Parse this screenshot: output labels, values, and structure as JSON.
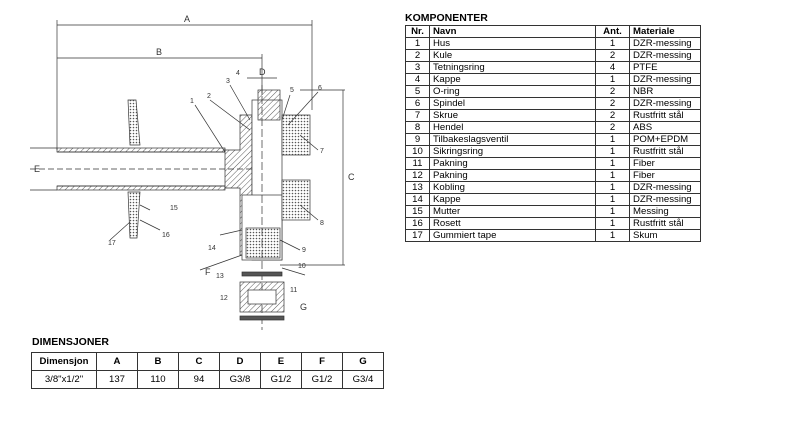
{
  "drawing": {
    "dimension_labels": [
      "A",
      "B",
      "C",
      "D",
      "E",
      "F",
      "G"
    ],
    "part_callouts": [
      "1",
      "2",
      "3",
      "4",
      "5",
      "6",
      "7",
      "8",
      "9",
      "10",
      "11",
      "12",
      "13",
      "14",
      "15",
      "16",
      "17"
    ]
  },
  "components": {
    "title": "KOMPONENTER",
    "headers": [
      "Nr.",
      "Navn",
      "Ant.",
      "Materiale"
    ],
    "rows": [
      {
        "nr": "1",
        "name": "Hus",
        "qty": "1",
        "material": "DZR-messing"
      },
      {
        "nr": "2",
        "name": "Kule",
        "qty": "2",
        "material": "DZR-messing"
      },
      {
        "nr": "3",
        "name": "Tetningsring",
        "qty": "4",
        "material": "PTFE"
      },
      {
        "nr": "4",
        "name": "Kappe",
        "qty": "1",
        "material": "DZR-messing"
      },
      {
        "nr": "5",
        "name": "O-ring",
        "qty": "2",
        "material": "NBR"
      },
      {
        "nr": "6",
        "name": "Spindel",
        "qty": "2",
        "material": "DZR-messing"
      },
      {
        "nr": "7",
        "name": "Skrue",
        "qty": "2",
        "material": "Rustfritt stål"
      },
      {
        "nr": "8",
        "name": "Hendel",
        "qty": "2",
        "material": "ABS"
      },
      {
        "nr": "9",
        "name": "Tilbakeslagsventil",
        "qty": "1",
        "material": "POM+EPDM"
      },
      {
        "nr": "10",
        "name": "Sikringsring",
        "qty": "1",
        "material": "Rustfritt stål"
      },
      {
        "nr": "11",
        "name": "Pakning",
        "qty": "1",
        "material": "Fiber"
      },
      {
        "nr": "12",
        "name": "Pakning",
        "qty": "1",
        "material": "Fiber"
      },
      {
        "nr": "13",
        "name": "Kobling",
        "qty": "1",
        "material": "DZR-messing"
      },
      {
        "nr": "14",
        "name": "Kappe",
        "qty": "1",
        "material": "DZR-messing"
      },
      {
        "nr": "15",
        "name": "Mutter",
        "qty": "1",
        "material": "Messing"
      },
      {
        "nr": "16",
        "name": "Rosett",
        "qty": "1",
        "material": "Rustfritt stål"
      },
      {
        "nr": "17",
        "name": "Gummiert tape",
        "qty": "1",
        "material": "Skum"
      }
    ]
  },
  "dimensions": {
    "title": "DIMENSJONER",
    "headers": [
      "Dimensjon",
      "A",
      "B",
      "C",
      "D",
      "E",
      "F",
      "G"
    ],
    "values": [
      "3/8\"x1/2\"",
      "137",
      "110",
      "94",
      "G3/8",
      "G1/2",
      "G1/2",
      "G3/4"
    ]
  }
}
